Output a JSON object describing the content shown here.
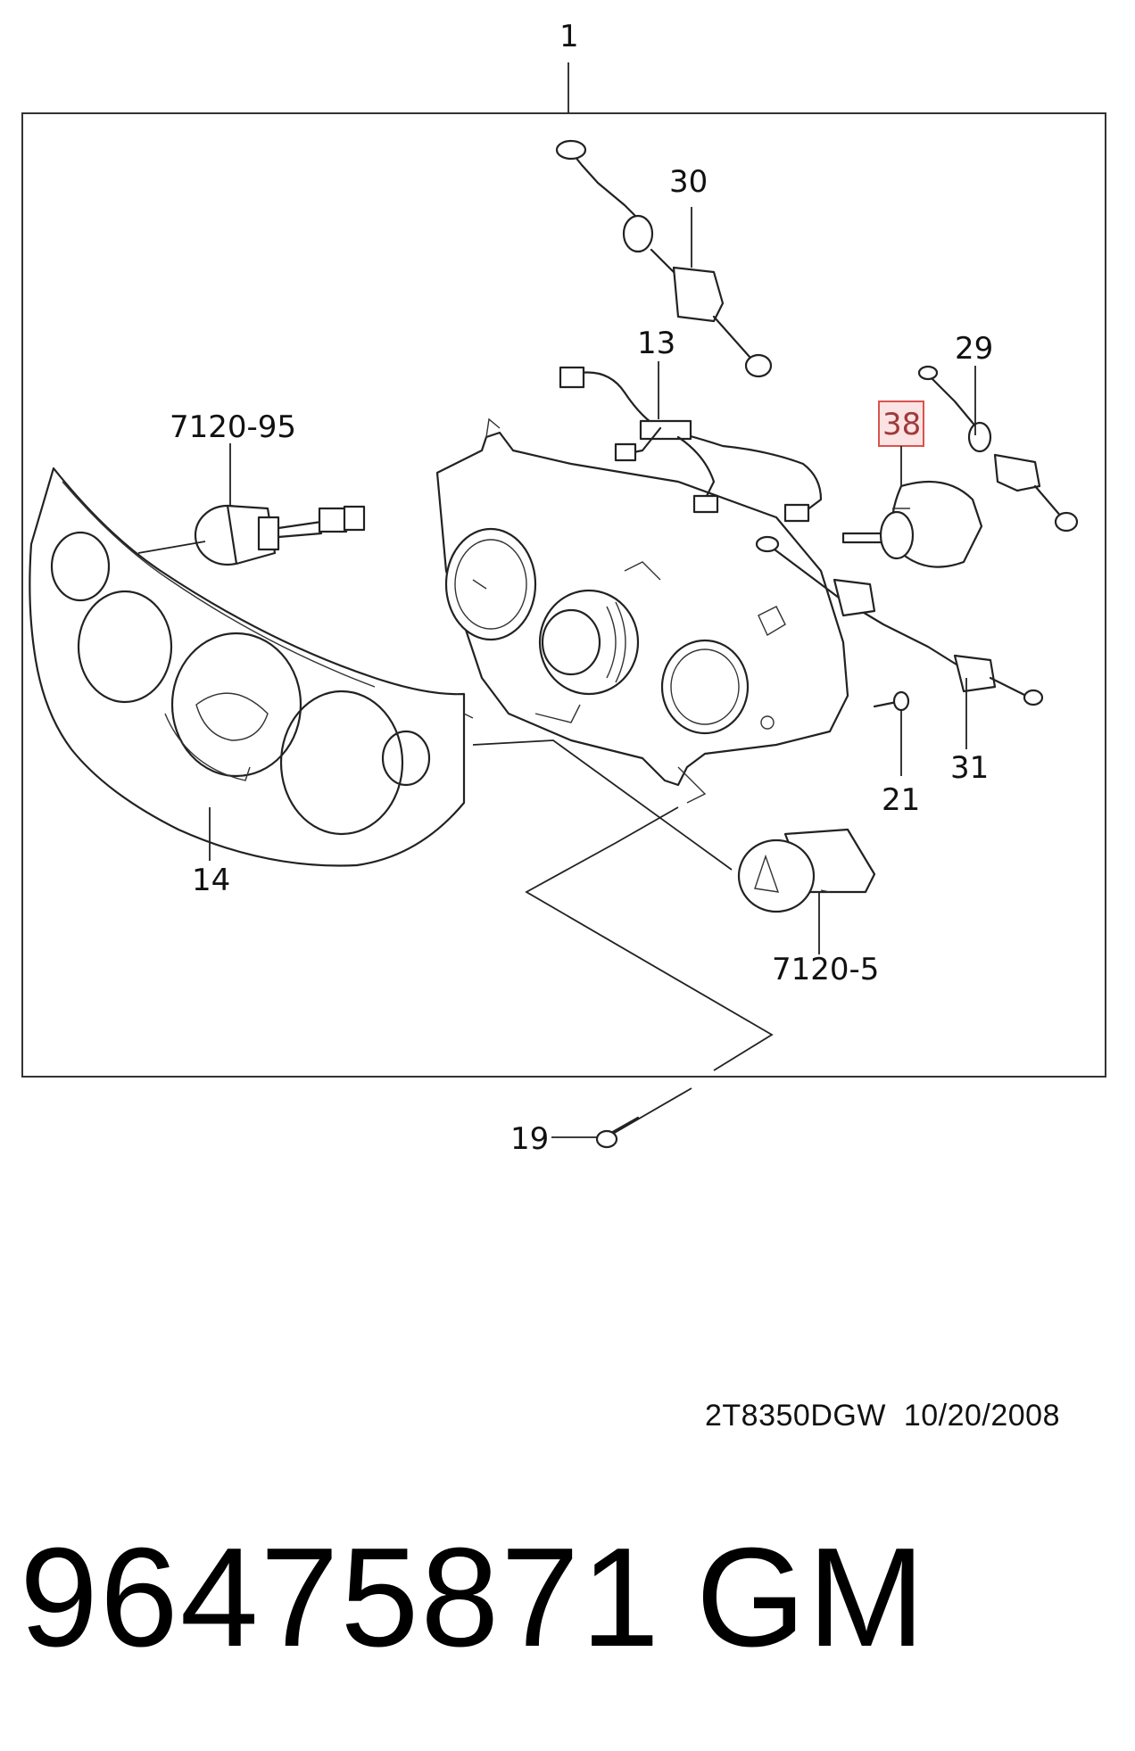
{
  "diagram": {
    "callouts": {
      "c1": "1",
      "c30": "30",
      "c13": "13",
      "c29": "29",
      "c38": "38",
      "c7120_95": "7120-95",
      "c14": "14",
      "c21": "21",
      "c31": "31",
      "c7120_5": "7120-5",
      "c19": "19"
    },
    "highlight_color": "#d9534f",
    "highlight_fill": "#fbe3e3"
  },
  "footer": {
    "drawing_code": "2T8350DGW",
    "date": "10/20/2008",
    "part_number": "96475871",
    "brand": "GM"
  }
}
